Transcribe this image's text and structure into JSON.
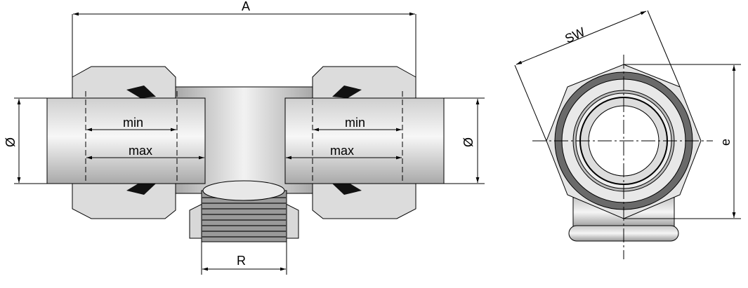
{
  "side_view": {
    "overall_length_label": "A",
    "pipe_diameter_left_label": "Ø",
    "pipe_diameter_right_label": "Ø",
    "insertion_min_left_label": "min",
    "insertion_max_left_label": "max",
    "insertion_min_right_label": "min",
    "insertion_max_right_label": "max",
    "thread_label": "R"
  },
  "front_view": {
    "wrench_size_label": "SW",
    "across_corners_label": "e"
  },
  "colors": {
    "line": "#000000",
    "metal_light": "#e6e6e6",
    "metal_mid": "#bdbdbd",
    "metal_dark": "#6a6a6a"
  }
}
